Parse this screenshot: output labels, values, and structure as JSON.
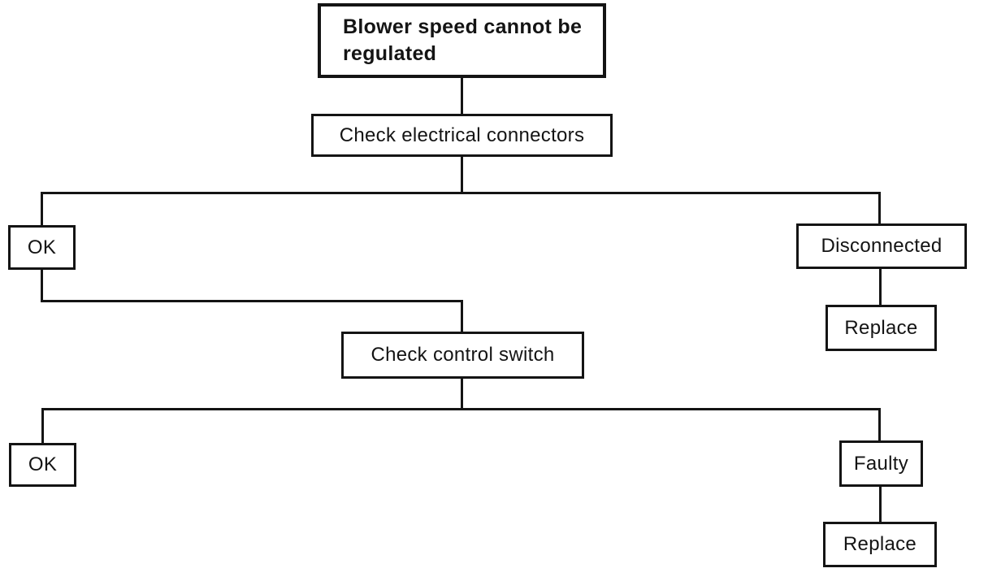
{
  "diagram": {
    "type": "flowchart",
    "subject": "Blower speed cannot be regulated",
    "colors": {
      "stroke": "#141414",
      "background": "#ffffff",
      "text": "#141414"
    },
    "nodes": {
      "blower": {
        "label": "Blower speed cannot be regulated"
      },
      "check_connectors": {
        "label": "Check electrical connectors"
      },
      "ok1": {
        "label": "OK"
      },
      "disconnected": {
        "label": "Disconnected"
      },
      "replace1": {
        "label": "Replace"
      },
      "check_switch": {
        "label": "Check control switch"
      },
      "ok2": {
        "label": "OK"
      },
      "faulty": {
        "label": "Faulty"
      },
      "replace2": {
        "label": "Replace"
      }
    },
    "edges": [
      {
        "from": "blower",
        "to": "check_connectors"
      },
      {
        "from": "check_connectors",
        "to": "ok1"
      },
      {
        "from": "check_connectors",
        "to": "disconnected"
      },
      {
        "from": "disconnected",
        "to": "replace1"
      },
      {
        "from": "ok1",
        "to": "check_switch"
      },
      {
        "from": "check_switch",
        "to": "ok2"
      },
      {
        "from": "check_switch",
        "to": "faulty"
      },
      {
        "from": "faulty",
        "to": "replace2"
      }
    ]
  }
}
